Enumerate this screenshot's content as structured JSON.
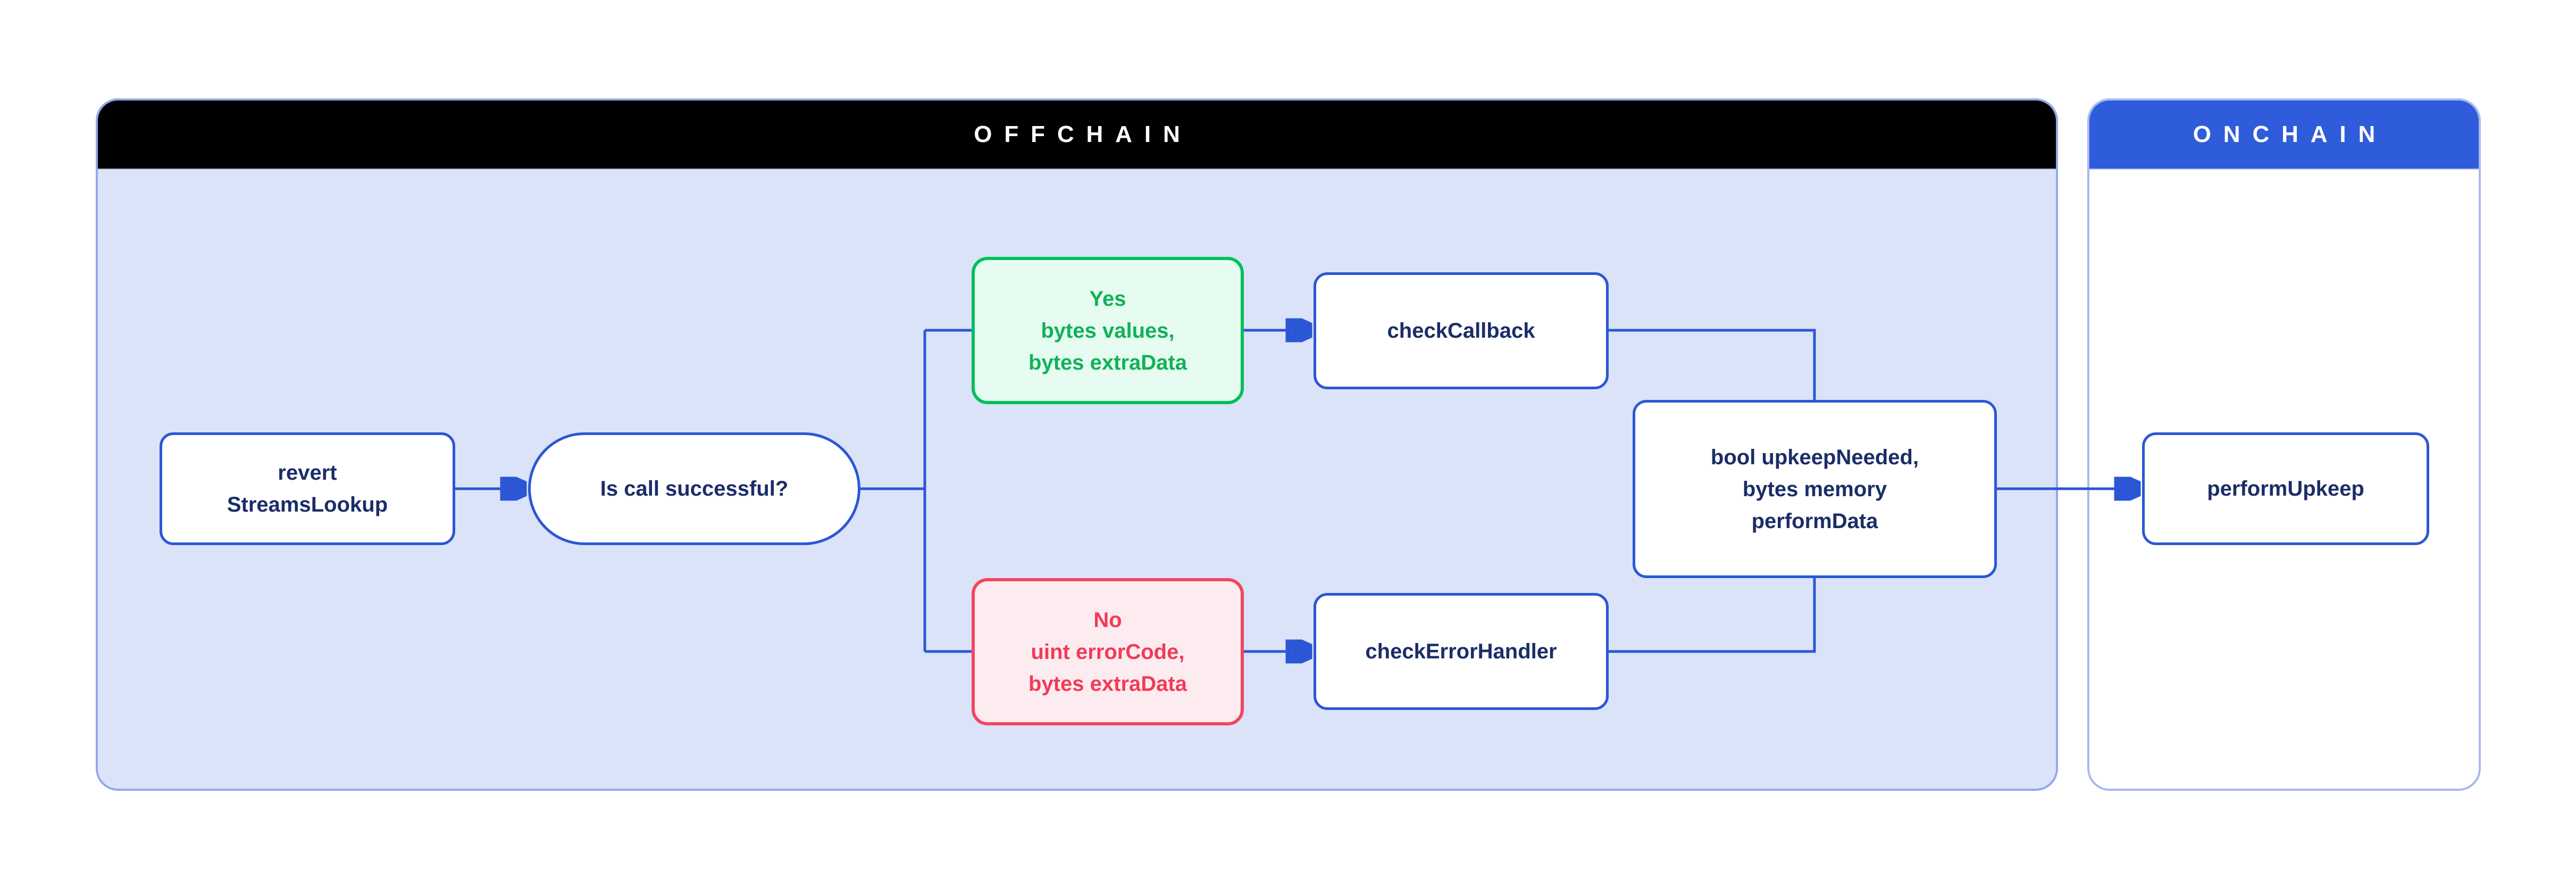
{
  "diagram": {
    "offchain": {
      "label": "OFFCHAIN"
    },
    "onchain": {
      "label": "ONCHAIN"
    },
    "nodes": {
      "revert": {
        "lines": [
          "revert",
          "StreamsLookup"
        ]
      },
      "decision": {
        "label": "Is call successful?"
      },
      "yes": {
        "lines": [
          "Yes",
          "bytes values,",
          "bytes extraData"
        ]
      },
      "no": {
        "lines": [
          "No",
          "uint errorCode,",
          "bytes extraData"
        ]
      },
      "check_callback": {
        "label": "checkCallback"
      },
      "check_error_handler": {
        "label": "checkErrorHandler"
      },
      "upkeep": {
        "lines": [
          "bool upkeepNeeded,",
          "bytes memory",
          "performData"
        ]
      },
      "perform_upkeep": {
        "label": "performUpkeep"
      }
    },
    "edges": [
      {
        "from": "revert StreamsLookup",
        "to": "Is call successful?",
        "arrow": true
      },
      {
        "from": "Is call successful?",
        "to": "Yes branch",
        "arrow": false
      },
      {
        "from": "Is call successful?",
        "to": "No branch",
        "arrow": false
      },
      {
        "from": "Yes branch",
        "to": "checkCallback",
        "arrow": true
      },
      {
        "from": "No branch",
        "to": "checkErrorHandler",
        "arrow": true
      },
      {
        "from": "checkCallback",
        "to": "bool upkeepNeeded, bytes memory performData",
        "arrow": false
      },
      {
        "from": "checkErrorHandler",
        "to": "bool upkeepNeeded, bytes memory performData",
        "arrow": false
      },
      {
        "from": "bool upkeepNeeded, bytes memory performData",
        "to": "performUpkeep",
        "arrow": true
      }
    ],
    "colors": {
      "connector_blue": "#2b57d6",
      "node_border_blue": "#2b57d6",
      "node_text_navy": "#1b2d68",
      "green_border": "#00c05a",
      "green_text": "#12b159",
      "green_fill": "#e6fcf0",
      "red_border": "#f3455f",
      "red_text": "#f23a57",
      "red_fill": "#fdecef",
      "offchain_header_bg": "#000000",
      "offchain_body_bg": "#dbe3f8",
      "offchain_border": "#94a8ea",
      "onchain_header_bg": "#2e5cda",
      "onchain_body_bg": "#ffffff",
      "onchain_border": "#aab9ee",
      "header_text": "#ffffff"
    }
  }
}
